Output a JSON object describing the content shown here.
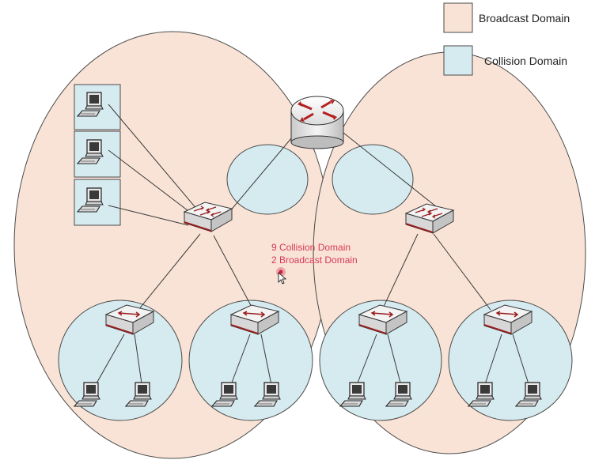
{
  "legend": {
    "broadcast_label": "Broadcast Domain",
    "collision_label": "Collision Domain"
  },
  "annotation": {
    "line1": "9 Collision Domain",
    "line2": "2 Broadcast Domain"
  },
  "colors": {
    "broadcast_fill": "#f9e3d6",
    "collision_fill": "#d6ebf0",
    "annotation_text": "#d63a55",
    "router_arrows": "#b32020",
    "device_accent": "#9a1c1c"
  },
  "icons": {
    "router": "router-icon",
    "switch": "switch-icon",
    "hub": "hub-icon",
    "computer": "computer-icon",
    "cursor": "mouse-pointer-icon"
  }
}
